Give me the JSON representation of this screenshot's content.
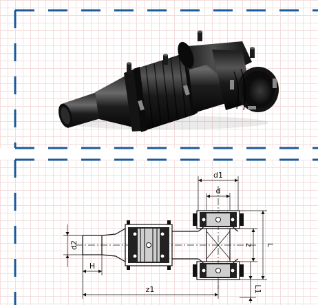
{
  "product": {
    "kind": "electrofusion reducing tee",
    "finish_color": "#1b1b1b",
    "frame_color": "#1b5a99",
    "grid_color": "#f4dede"
  },
  "drawing": {
    "dimensions": [
      {
        "id": "d1",
        "label": "d1"
      },
      {
        "id": "d",
        "label": "d"
      },
      {
        "id": "d2",
        "label": "d2"
      },
      {
        "id": "H",
        "label": "H"
      },
      {
        "id": "z1",
        "label": "z1"
      },
      {
        "id": "z",
        "label": "z"
      },
      {
        "id": "L",
        "label": "L"
      },
      {
        "id": "L1",
        "label": "L1"
      }
    ]
  }
}
